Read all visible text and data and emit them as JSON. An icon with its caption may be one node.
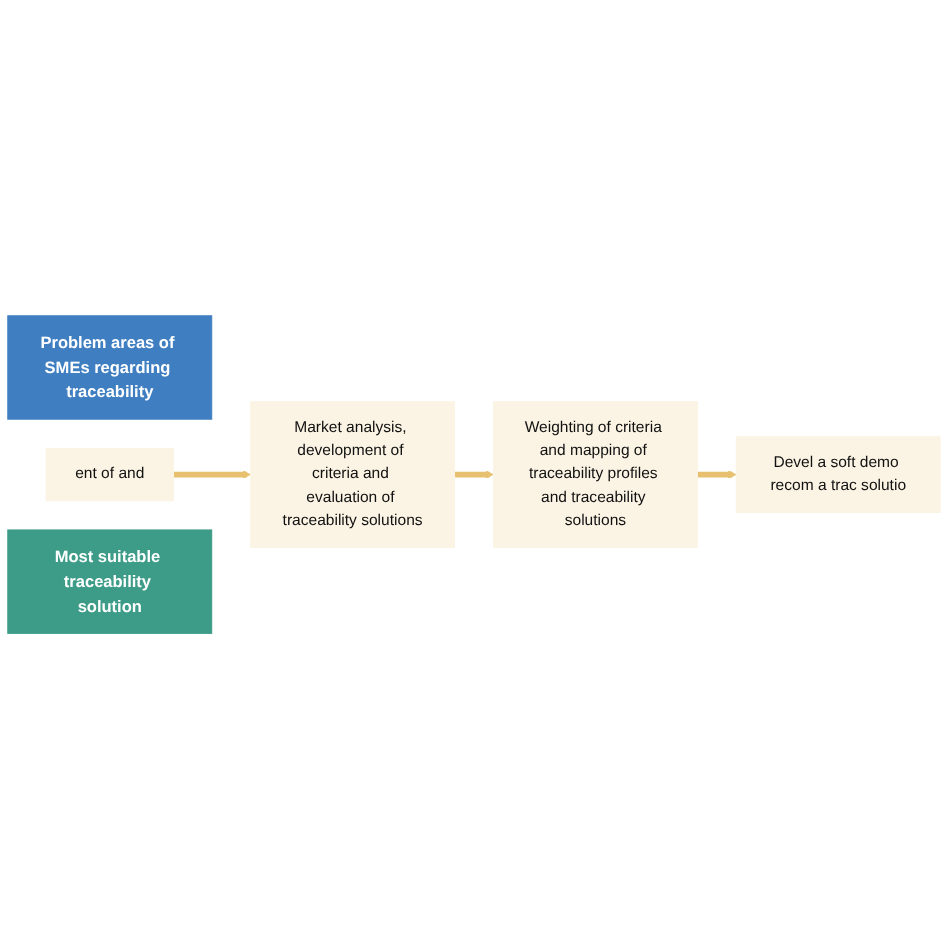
{
  "diagram": {
    "nodes": [
      {
        "text": [
          "Problem areas of SMEs regarding traceability"
        ]
      },
      {
        "text": [
          "ent of and"
        ]
      },
      {
        "text": [
          "Market analysis, development of criteria and evaluation of traceability solutions"
        ]
      },
      {
        "text": [
          "Weighting of criteria and mapping of traceability profiles and traceability solutions"
        ]
      },
      {
        "text": [
          "Devel a soft demo recom a trac solutio"
        ]
      },
      {
        "text": [
          "Most suitable traceability solution"
        ]
      }
    ],
    "edges": [
      {
        "from": 1,
        "to": 2,
        "arrow": "to"
      },
      {
        "from": 2,
        "to": 3,
        "arrow": "to"
      },
      {
        "from": 3,
        "to": 4,
        "arrow": "to"
      }
    ]
  }
}
